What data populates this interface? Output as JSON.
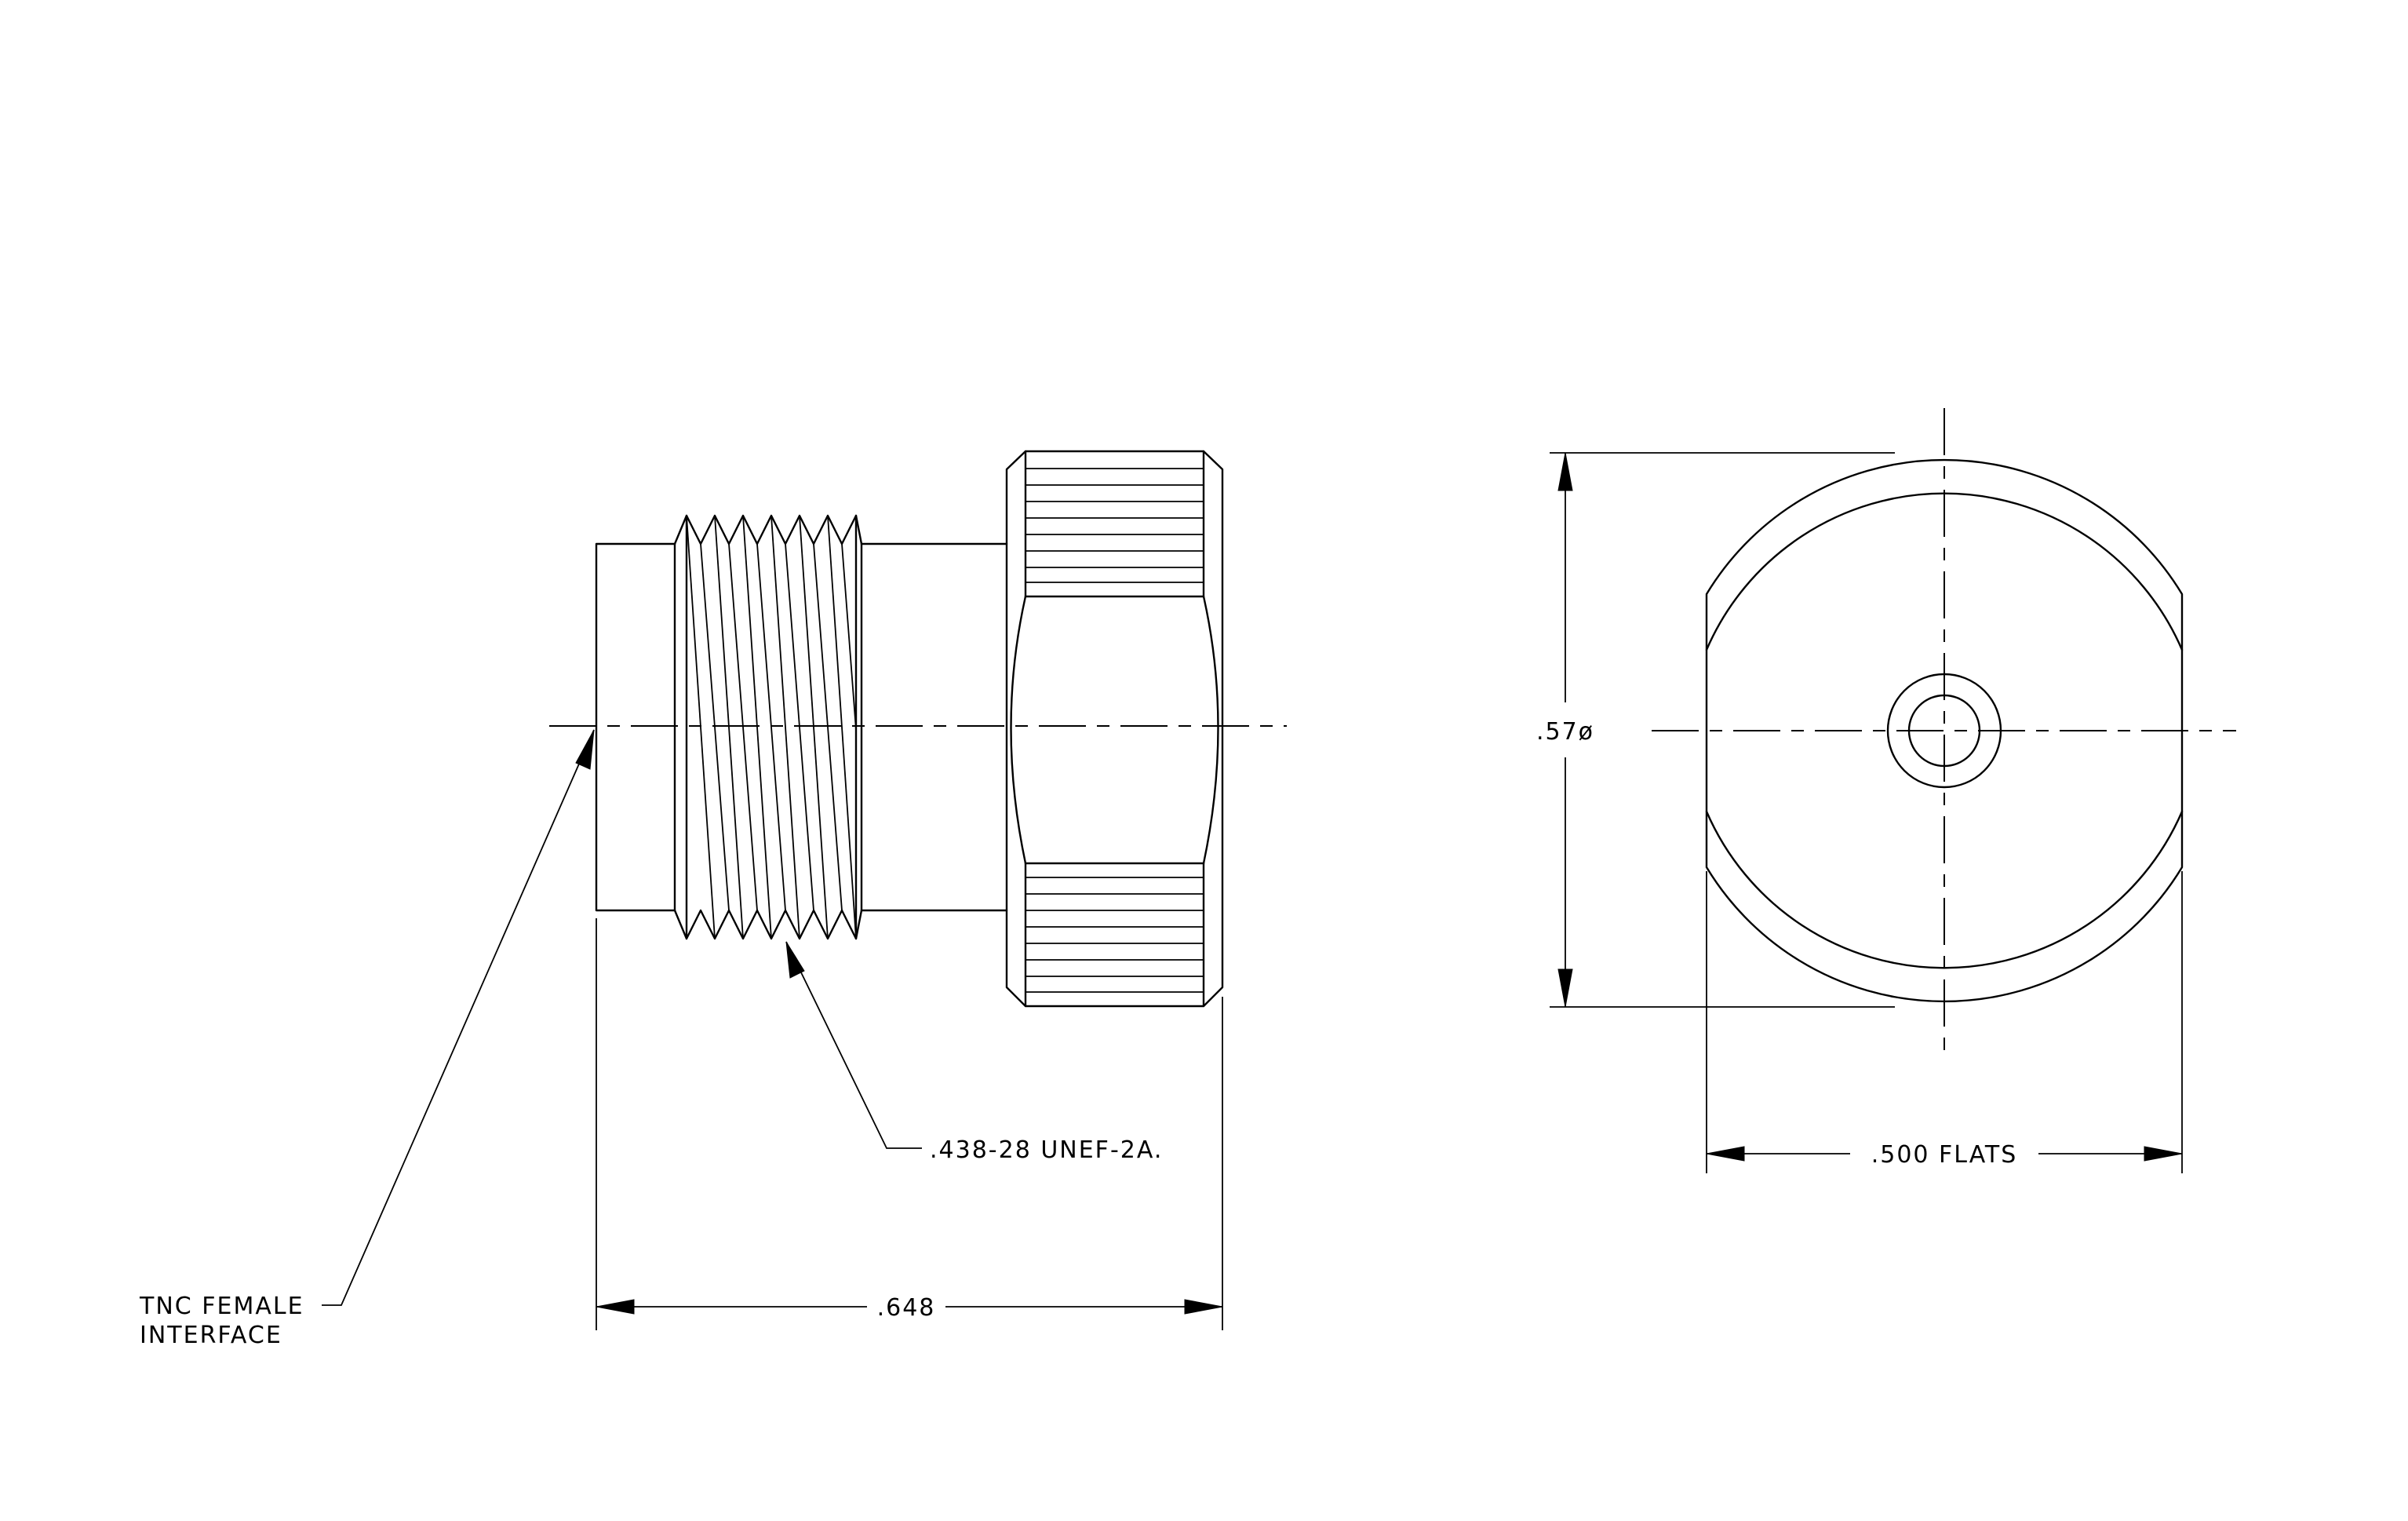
{
  "labels": {
    "thread_spec": ".438-28 UNEF-2A.",
    "length": ".648",
    "interface_line1": "TNC FEMALE",
    "interface_line2": "INTERFACE",
    "diameter": ".57ø",
    "flats": ".500 FLATS"
  }
}
